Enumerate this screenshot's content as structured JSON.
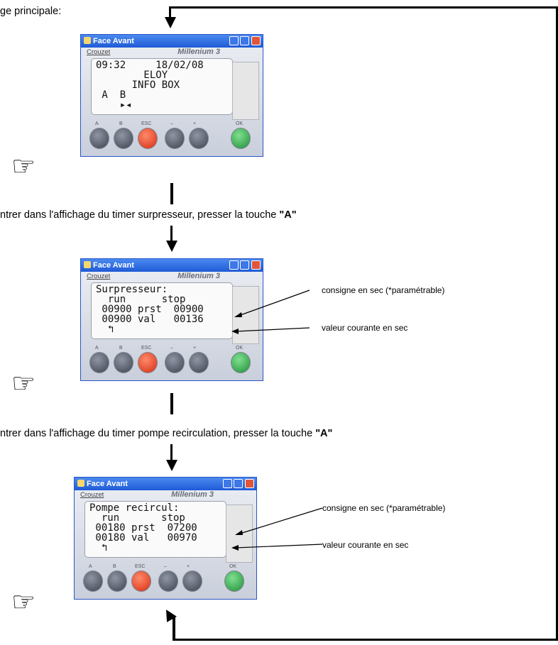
{
  "top_caption": "ge principale:",
  "window": {
    "title": "Face Avant",
    "brand": "Crouzet",
    "model": "Millenium 3",
    "key_labels": [
      "A",
      "B",
      "ESC",
      "–",
      "+",
      "OK"
    ]
  },
  "screens": [
    {
      "lcd": "09:32     18/02/08\n        ELOY\n      INFO BOX\n A  B\n    ▸◂"
    },
    {
      "lcd": "Surpresseur:\n  run      stop\n 00900 prst  00900\n 00900 val   00136\n  ↰"
    },
    {
      "lcd": "Pompe recircul:\n  run       stop\n 00180 prst  07200\n 00180 val   00970\n  ↰"
    }
  ],
  "captions": [
    {
      "text": "ntrer dans l'affichage du timer surpresseur, presser la touche ",
      "bold": "\"A\""
    },
    {
      "text": "ntrer dans l'affichage du timer pompe recirculation, presser la touche ",
      "bold": "\"A\""
    }
  ],
  "notes": {
    "setpoint": "consigne en sec (*paramétrable)",
    "current": "valeur courante en sec"
  },
  "icons": {
    "hand": "pointing-hand-icon"
  }
}
